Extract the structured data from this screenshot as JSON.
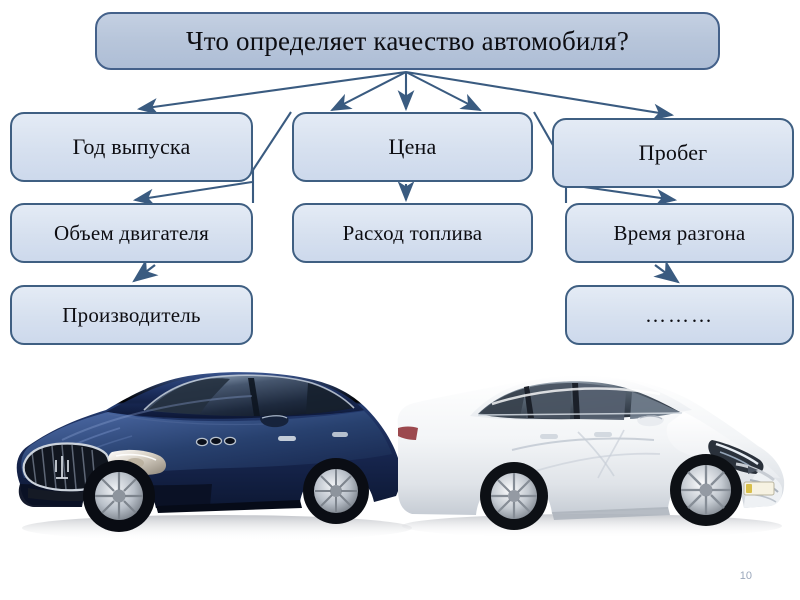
{
  "slide": {
    "title": "Что определяет качество автомобиля?",
    "page_number": "10",
    "colors": {
      "box_fill": "#dde4ef",
      "box_border": "#3f5f82",
      "title_fill": "#b8c6dc",
      "arrow": "#3a5b80",
      "background": "#ffffff",
      "page_number": "#9aa7bb"
    }
  },
  "nodes": {
    "row1": [
      {
        "id": "year",
        "label": "Год выпуска"
      },
      {
        "id": "price",
        "label": "Цена"
      },
      {
        "id": "mileage",
        "label": "Пробег"
      }
    ],
    "row2": [
      {
        "id": "engine",
        "label": "Объем двигателя"
      },
      {
        "id": "fuel",
        "label": "Расход топлива"
      },
      {
        "id": "accel",
        "label": "Время разгона"
      }
    ],
    "row3": [
      {
        "id": "maker",
        "label": "Производитель"
      },
      {
        "id": "more",
        "label": "………"
      }
    ]
  },
  "connections": [
    {
      "from": "title",
      "to": "year",
      "style": "arrow"
    },
    {
      "from": "title",
      "to": "engine",
      "style": "arrow"
    },
    {
      "from": "title",
      "to": "price",
      "style": "arrow"
    },
    {
      "from": "title",
      "to": "accel",
      "style": "arrow"
    },
    {
      "from": "title",
      "to": "mileage",
      "style": "arrow"
    },
    {
      "from": "price",
      "to": "fuel",
      "style": "arrow"
    },
    {
      "from": "engine",
      "to": "maker",
      "style": "arrow"
    },
    {
      "from": "accel",
      "to": "more",
      "style": "arrow"
    }
  ],
  "photos": [
    {
      "id": "car-blue",
      "caption": "dark blue sedan",
      "body_color": "#1b2b55"
    },
    {
      "id": "car-white",
      "caption": "white sedan",
      "body_color": "#f2f4f6"
    }
  ]
}
